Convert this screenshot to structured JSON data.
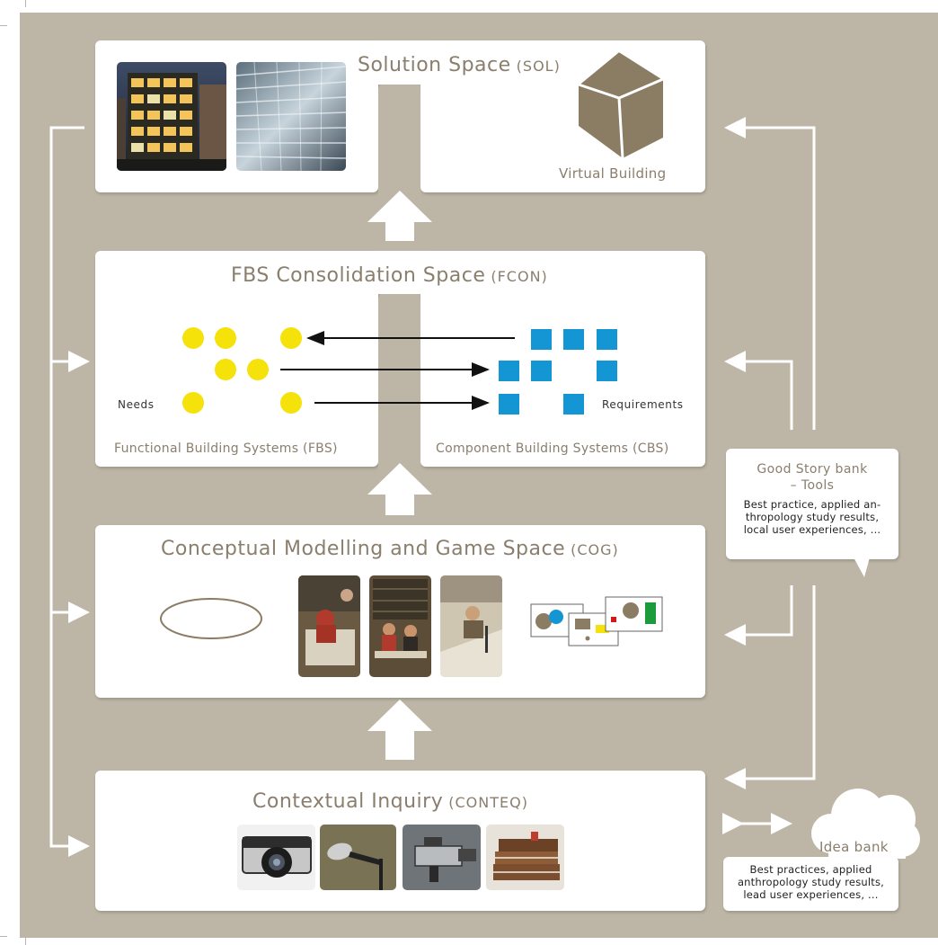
{
  "panels": {
    "sol": {
      "title": "Solution Space",
      "abbr": "(SOL)",
      "virtual_building_label": "Virtual Building",
      "icons": [
        "glass-office-building-photo",
        "glass-facade-interior-photo",
        "house-outline-icon"
      ]
    },
    "fcon": {
      "title": "FBS Consolidation Space",
      "abbr": "(FCON)",
      "needs_label": "Needs",
      "requirements_label": "Requirements",
      "fbs_label": "Functional Building Systems (FBS)",
      "cbs_label": "Component Building Systems (CBS)",
      "colors": {
        "needs": "#f5e20a",
        "requirements": "#1496d4"
      }
    },
    "cog": {
      "title": "Conceptual Modelling and Game Space",
      "abbr": "(COG)",
      "icons": [
        "empty-ellipse-icon",
        "workshop-photo-1",
        "workshop-photo-2",
        "workshop-photo-3",
        "game-cards-icon"
      ]
    },
    "conteq": {
      "title": "Contextual Inquiry",
      "abbr": "(CONTEQ)",
      "icons": [
        "camera-photo",
        "microphone-photo",
        "video-camera-photo",
        "notebooks-photo"
      ]
    }
  },
  "good_story_bank": {
    "title_line1": "Good Story bank",
    "title_line2": "– Tools",
    "body_line1": "Best practice, applied an-",
    "body_line2": "thropology study results,",
    "body_line3": "local user experiences, ..."
  },
  "idea_bank": {
    "title": "Idea bank",
    "body_line1": "Best practices, applied",
    "body_line2": "anthropology study results,",
    "body_line3": "lead user experiences, ..."
  },
  "colors": {
    "background": "#bdb6a6",
    "panel": "#ffffff",
    "title_text": "#8a7e6d",
    "house": "#8b7c64"
  }
}
